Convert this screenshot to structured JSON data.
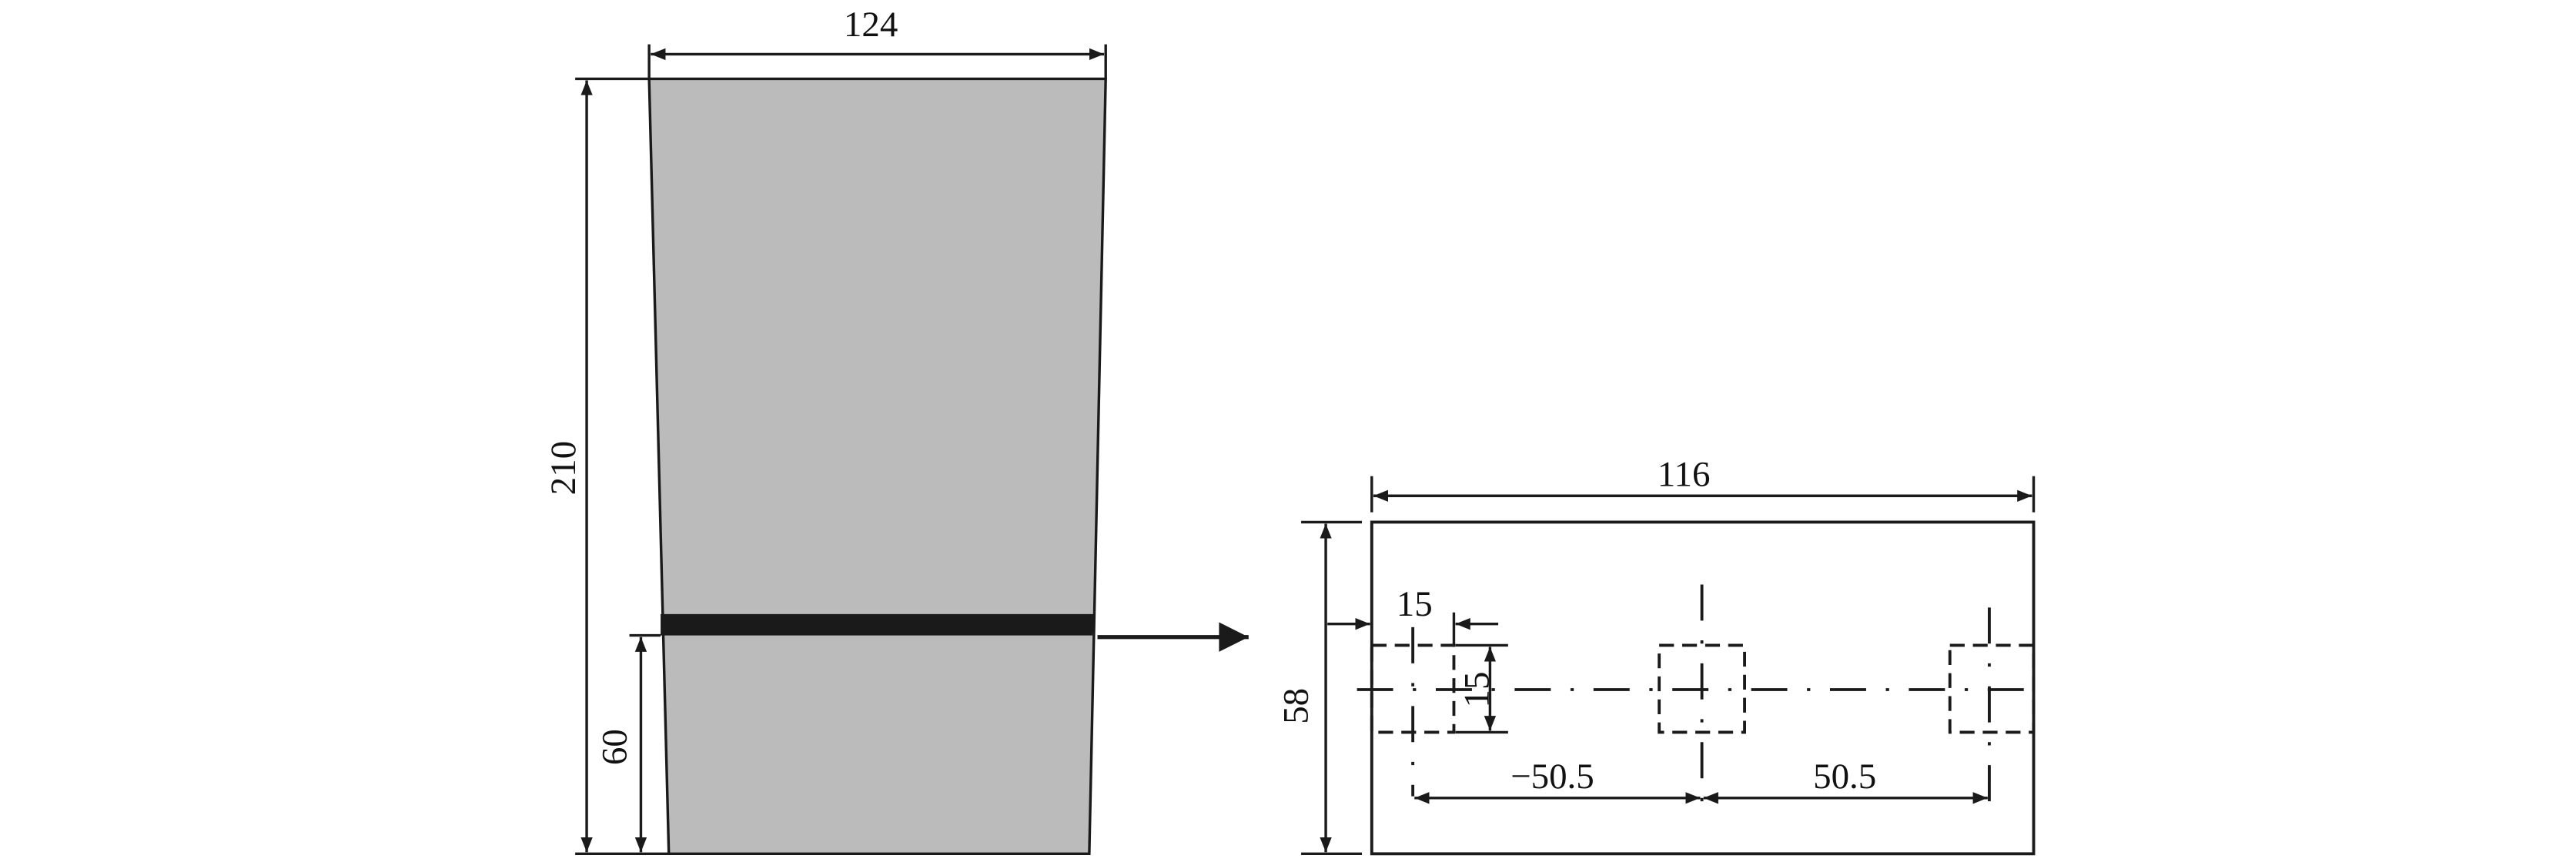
{
  "colors": {
    "body_fill": "#bbbbbb",
    "band": "#1a1a1a",
    "line": "#1a1a1a"
  },
  "left_view": {
    "width_top": "124",
    "height_total": "210",
    "band_height": "60"
  },
  "right_view": {
    "width": "116",
    "height": "58",
    "hole_width": "15",
    "hole_height": "15",
    "offset_left": "−50.5",
    "offset_right": "50.5"
  }
}
